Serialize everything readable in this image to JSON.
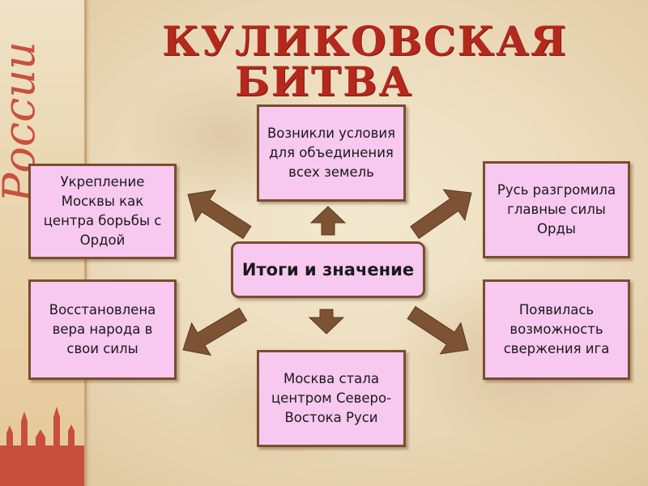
{
  "title": {
    "line1": "КУЛИКОВСКАЯ",
    "line2": "БИТВА"
  },
  "strip": {
    "word": "России"
  },
  "center": {
    "text": "Итоги и значение"
  },
  "outcomes": {
    "top": "Возникли условия для объединения всех земель",
    "top_left": "Укрепление Москвы как центра борьбы с Ордой",
    "top_right": "Русь разгромила главные силы Орды",
    "bottom_left": "Восстановлена вера народа в свои силы",
    "bottom_right": "Появилась возможность свержения ига",
    "bottom": "Москва стала центром Северо-Востока Руси"
  },
  "colors": {
    "title": "#b5281c",
    "box_fill": "#f7c8f0",
    "box_border": "#7a4d2e",
    "arrow": "#7d5333"
  }
}
